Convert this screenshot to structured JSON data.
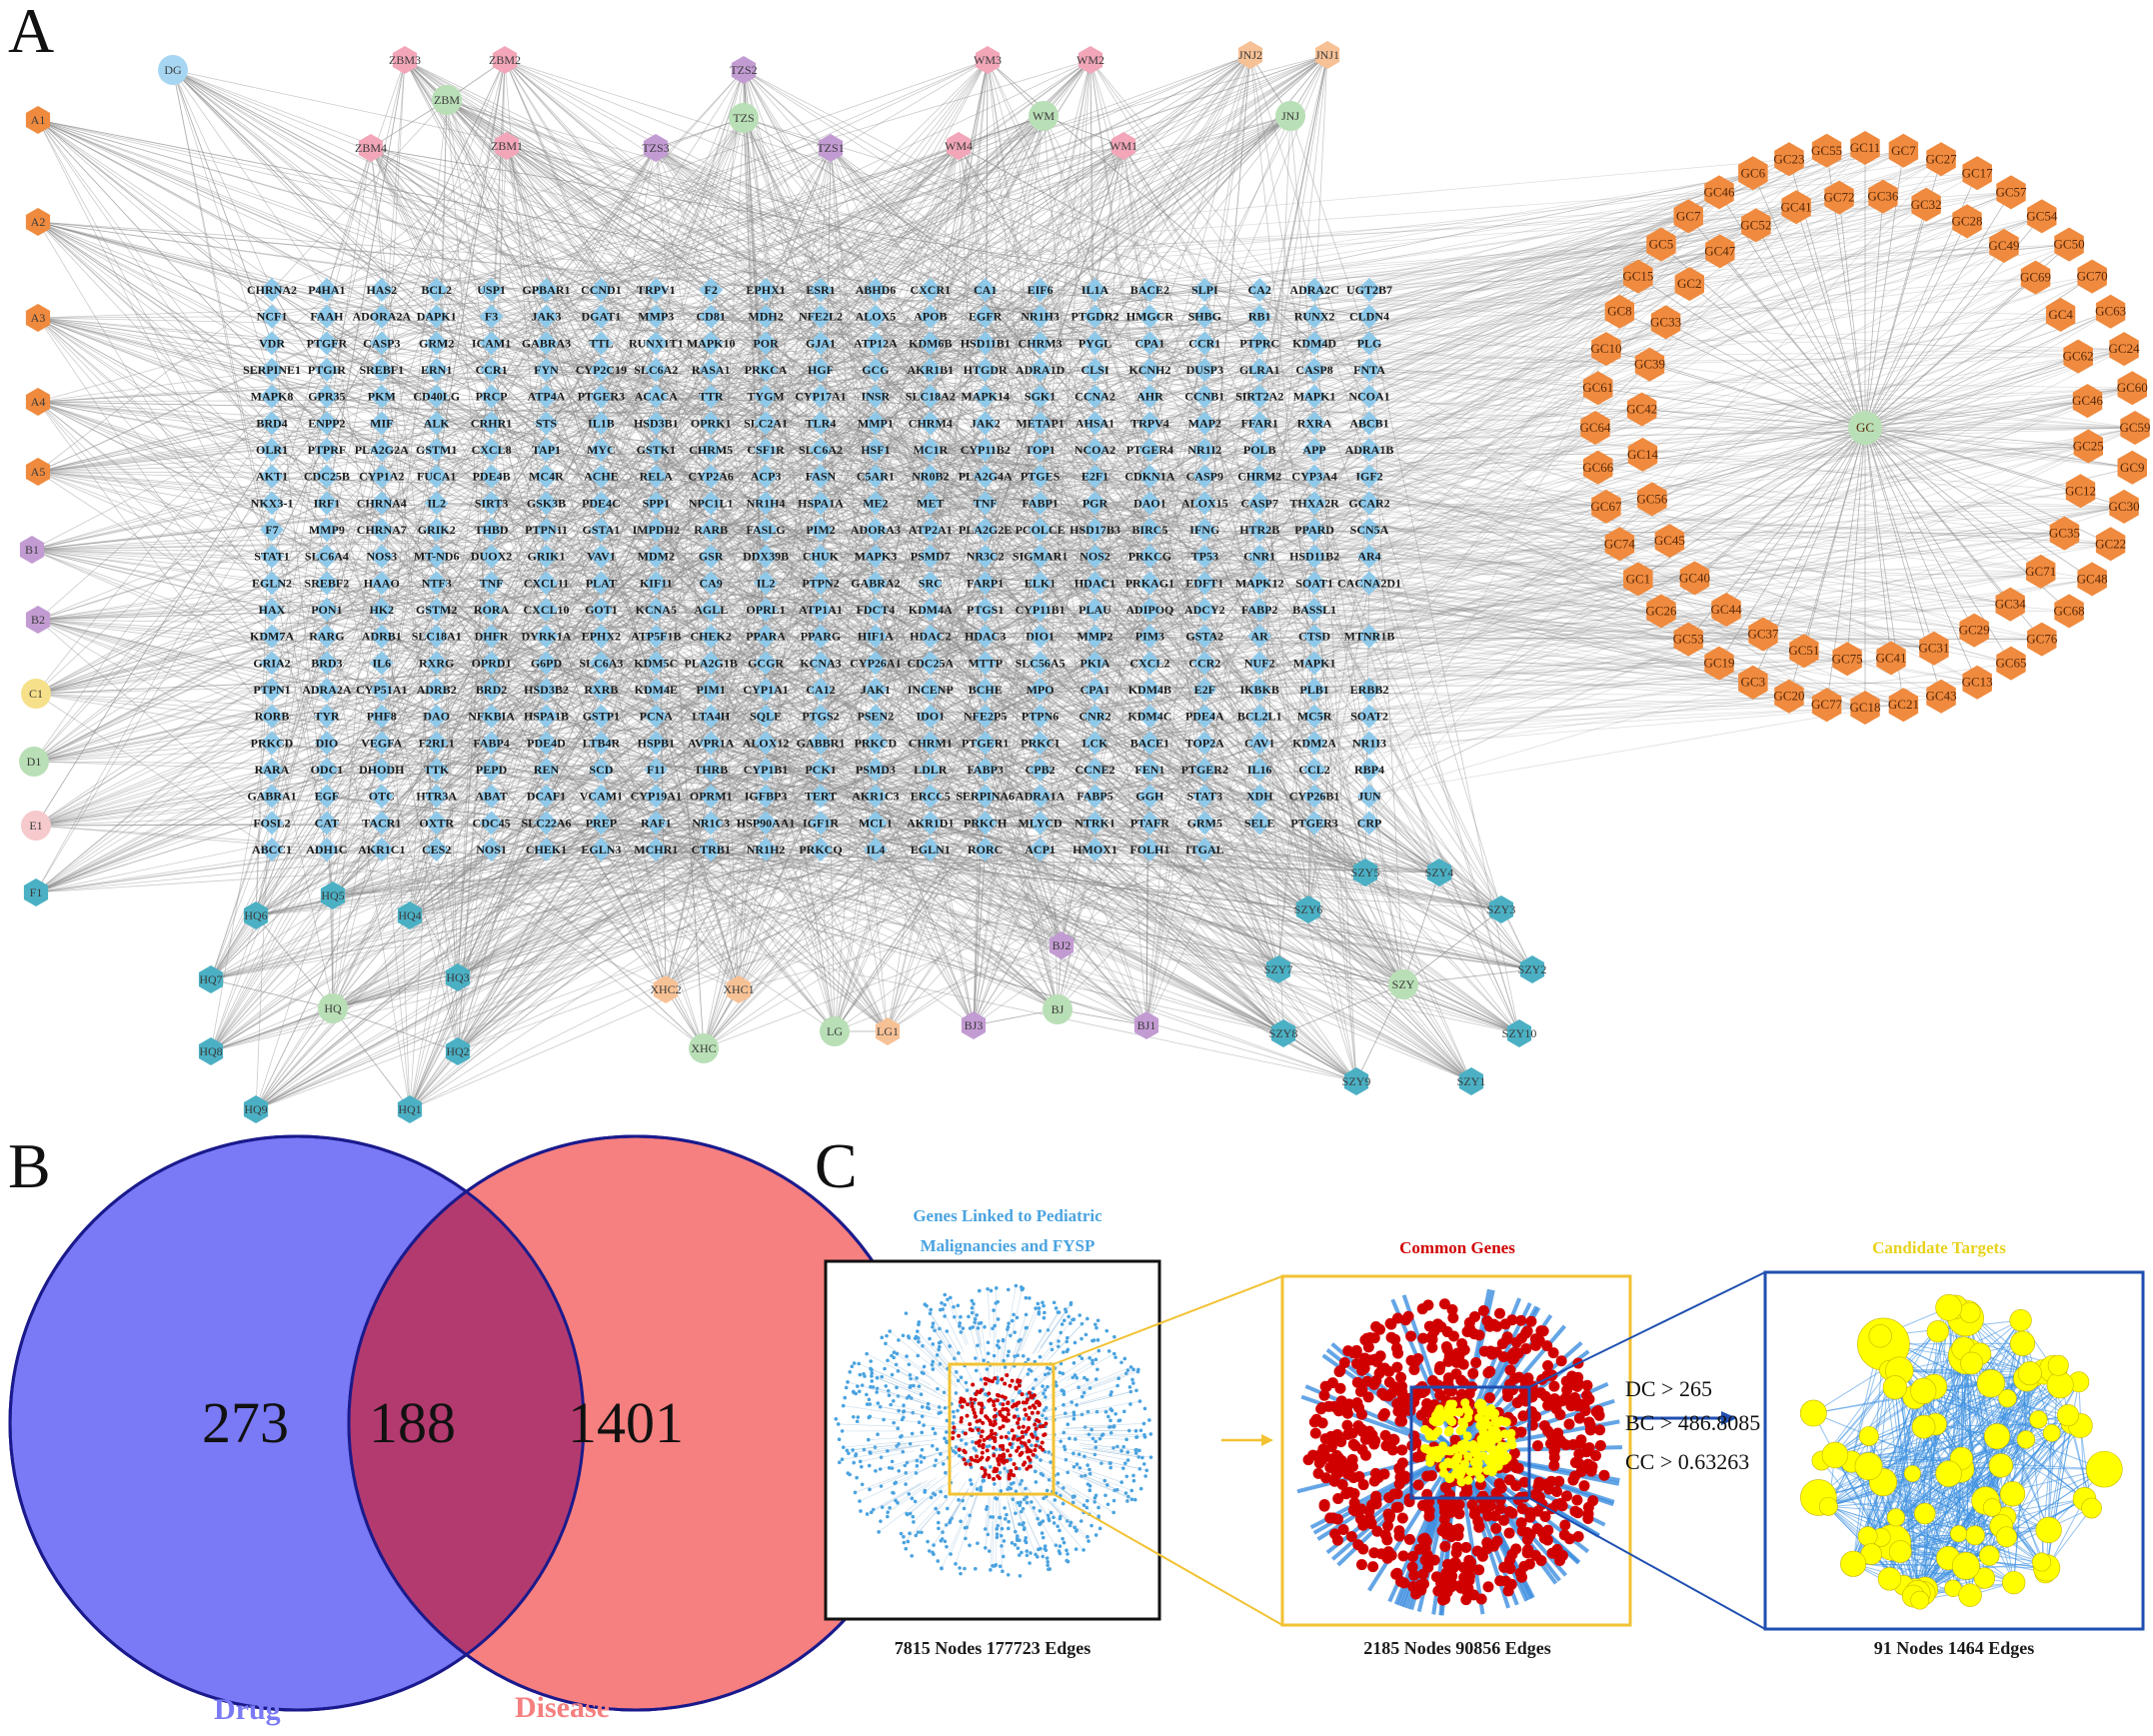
{
  "panels": {
    "a_letter": "A",
    "b_letter": "B",
    "c_letter": "C"
  },
  "colors": {
    "gene": "#8ec9ea",
    "gc": "#ef8a3e",
    "hub_green": "#b9dfb6",
    "pink": "#f2a6b8",
    "purple": "#c39bd3",
    "orange_light": "#f7c196",
    "yellow": "#f7e08a",
    "light_blue": "#a6d6f2",
    "teal": "#4bb0c4",
    "edge": "#8a8a8a",
    "drug": "#7070f5",
    "disease": "#f57878",
    "overlap": "#b03a70",
    "venn_border": "#1a1a8c",
    "common_red": "#d00000",
    "candidate_yellow": "#ffff00",
    "frame_yellow": "#f2c233",
    "frame_blue": "#1f4fb0"
  },
  "panel_a": {
    "gene_rows": [
      [
        "CHRNA2",
        "P4HA1",
        "HAS2",
        "BCL2",
        "USP1",
        "GPBAR1",
        "CCND1",
        "TRPV1",
        "F2",
        "EPHX1",
        "ESR1",
        "ABHD6",
        "CXCR1",
        "CA1",
        "EIF6",
        "IL1A",
        "BACE2",
        "SLPI",
        "CA2",
        "ADRA2C",
        "UGT2B7"
      ],
      [
        "NCF1",
        "FAAH",
        "ADORA2A",
        "DAPK1",
        "F3",
        "JAK3",
        "DGAT1",
        "MMP3",
        "CD81",
        "MDH2",
        "NFE2L2",
        "ALOX5",
        "APOB",
        "EGFR",
        "NR1H3",
        "PTGDR2",
        "HMGCR",
        "SHBG",
        "RB1",
        "RUNX2",
        "CLDN4"
      ],
      [
        "VDR",
        "PTGFR",
        "CASP3",
        "GRM2",
        "ICAM1",
        "GABRA3",
        "TTL",
        "RUNX1T1",
        "MAPK10",
        "POR",
        "GJA1",
        "ATP12A",
        "KDM6B",
        "HSD11B1",
        "CHRM3",
        "PYGL",
        "CPA1",
        "CCR1",
        "PTPRC",
        "KDM4D",
        "PLG"
      ],
      [
        "SERPINE1",
        "PTGIR",
        "SREBF1",
        "ERN1",
        "CCR1",
        "FYN",
        "CYP2C19",
        "SLC6A2",
        "RASA1",
        "PRKCA",
        "HGF",
        "GCG",
        "AKR1B1",
        "HTGDR",
        "ADRA1D",
        "CLSI",
        "KCNH2",
        "DUSP3",
        "GLRA1",
        "CASP8",
        "FNTA"
      ],
      [
        "MAPK8",
        "GPR35",
        "PKM",
        "CD40LG",
        "PRCP",
        "ATP4A",
        "PTGER3",
        "ACACA",
        "TTR",
        "TYGM",
        "CYP17A1",
        "INSR",
        "SLC18A2",
        "MAPK14",
        "SGK1",
        "CCNA2",
        "AHR",
        "CCNB1",
        "SIRT2A2",
        "MAPK1",
        "NCOA1"
      ],
      [
        "BRD4",
        "ENPP2",
        "MIF",
        "ALK",
        "CRHR1",
        "STS",
        "IL1B",
        "HSD3B1",
        "OPRK1",
        "SLC2A1",
        "TLR4",
        "MMP1",
        "CHRM4",
        "JAK2",
        "METAP1",
        "AHSA1",
        "TRPV4",
        "MAP2",
        "FFAR1",
        "RXRA",
        "ABCB1"
      ],
      [
        "OLR1",
        "PTPRF",
        "PLA2G2A",
        "GSTM1",
        "CXCL8",
        "TAP1",
        "MYC",
        "GSTK1",
        "CHRM5",
        "CSF1R",
        "SLC6A2",
        "HSF1",
        "MC1R",
        "CYP11B2",
        "TOP1",
        "NCOA2",
        "PTGER4",
        "NR1I2",
        "POLB",
        "APP",
        "ADRA1B"
      ],
      [
        "AKT1",
        "CDC25B",
        "CYP1A2",
        "FUCA1",
        "PDE4B",
        "MC4R",
        "ACHE",
        "RELA",
        "CYP2A6",
        "ACP3",
        "FASN",
        "C5AR1",
        "NR0B2",
        "PLA2G4A",
        "PTGES",
        "E2F1",
        "CDKN1A",
        "CASP9",
        "CHRM2",
        "CYP3A4",
        "IGF2"
      ],
      [
        "NKX3-1",
        "IRF1",
        "CHRNA4",
        "IL2",
        "SIRT3",
        "GSK3B",
        "PDE4C",
        "SPP1",
        "NPC1L1",
        "NR1H4",
        "HSPA1A",
        "ME2",
        "MET",
        "TNF",
        "FABP1",
        "PGR",
        "DAO1",
        "ALOX15",
        "CASP7",
        "THXA2R",
        "GCAR2"
      ],
      [
        "F7",
        "MMP9",
        "CHRNA7",
        "GRIK2",
        "THBD",
        "PTPN11",
        "GSTA1",
        "IMPDH2",
        "RARB",
        "FASLG",
        "PIM2",
        "ADORA3",
        "ATP2A1",
        "PLA2G2E",
        "PCOLCE",
        "HSD17B3",
        "BIRC5",
        "IFNG",
        "HTR2B",
        "PPARD",
        "SCN5A"
      ],
      [
        "STAT1",
        "SLC6A4",
        "NOS3",
        "MT-ND6",
        "DUOX2",
        "GRIK1",
        "VAV1",
        "MDM2",
        "GSR",
        "DDX39B",
        "CHUK",
        "MAPK3",
        "PSMD7",
        "NR3C2",
        "SIGMAR1",
        "NOS2",
        "PRKCG",
        "TP53",
        "CNR1",
        "HSD11B2",
        "AR4"
      ],
      [
        "EGLN2",
        "SREBF2",
        "HAAO",
        "NTF3",
        "TNF",
        "CXCL11",
        "PLAT",
        "KIF11",
        "CA9",
        "IL2",
        "PTPN2",
        "GABRA2",
        "SRC",
        "FARP1",
        "ELK1",
        "HDAC1",
        "PRKAG1",
        "EDFT1",
        "MAPK12",
        "SOAT1",
        "CACNA2D1"
      ],
      [
        "HAX",
        "PON1",
        "HK2",
        "GSTM2",
        "RORA",
        "CXCL10",
        "GOT1",
        "KCNA5",
        "AGLL",
        "OPRL1",
        "ATP1A1",
        "FDCT4",
        "KDM4A",
        "PTGS1",
        "CYP11B1",
        "PLAU",
        "ADIPOQ",
        "ADCY2",
        "FABP2",
        "BASSL1"
      ],
      [
        "KDM7A",
        "RARG",
        "ADRB1",
        "SLC18A1",
        "DHFR",
        "DYRK1A",
        "EPHX2",
        "ATP5F1B",
        "CHEK2",
        "PPARA",
        "PPARG",
        "HIF1A",
        "HDAC2",
        "HDAC3",
        "DIO1",
        "MMP2",
        "PIM3",
        "GSTA2",
        "AR",
        "CTSD",
        "MTNR1B"
      ],
      [
        "GRIA2",
        "BRD3",
        "IL6",
        "RXRG",
        "OPRD1",
        "G6PD",
        "SLC6A3",
        "KDM5C",
        "PLA2G1B",
        "GCGR",
        "KCNA3",
        "CYP26A1",
        "CDC25A",
        "MTTP",
        "SLC56A5",
        "PKIA",
        "CXCL2",
        "CCR2",
        "NUF2",
        "MAPK1"
      ],
      [
        "PTPN1",
        "ADRA2A",
        "CYP51A1",
        "ADRB2",
        "BRD2",
        "HSD3B2",
        "RXRB",
        "KDM4E",
        "PIM1",
        "CYP1A1",
        "CA12",
        "JAK1",
        "INCENP",
        "BCHE",
        "MPO",
        "CPA1",
        "KDM4B",
        "E2F",
        "IKBKB",
        "PLB1",
        "ERBB2"
      ],
      [
        "RORB",
        "TYR",
        "PHF8",
        "DAO",
        "NFKBIA",
        "HSPA1B",
        "GSTP1",
        "PCNA",
        "LTA4H",
        "SQLE",
        "PTGS2",
        "PSEN2",
        "IDO1",
        "NFE2P5",
        "PTPN6",
        "CNR2",
        "KDM4C",
        "PDE4A",
        "BCL2L1",
        "MC5R",
        "SOAT2"
      ],
      [
        "PRKCD",
        "DIO",
        "VEGFA",
        "F2RL1",
        "FABP4",
        "PDE4D",
        "LTB4R",
        "HSPB1",
        "AVPR1A",
        "ALOX12",
        "GABBR1",
        "PRKCD",
        "CHRM1",
        "PTGER1",
        "PRKCI",
        "LCK",
        "BACE1",
        "TOP2A",
        "CAV1",
        "KDM2A",
        "NR1I3"
      ],
      [
        "RARA",
        "ODC1",
        "DHODH",
        "TTK",
        "PEPD",
        "REN",
        "SCD",
        "F11",
        "THRB",
        "CYP1B1",
        "PCK1",
        "PSMD3",
        "LDLR",
        "FABP3",
        "CPB2",
        "CCNE2",
        "FEN1",
        "PTGER2",
        "IL16",
        "CCL2",
        "RBP4"
      ],
      [
        "GABRA1",
        "EGF",
        "OTC",
        "HTR3A",
        "ABAT",
        "DCAF1",
        "VCAM1",
        "CYP19A1",
        "OPRM1",
        "IGFBP3",
        "TERT",
        "AKR1C3",
        "ERCC5",
        "SERPINA6",
        "ADRA1A",
        "FABP5",
        "GGH",
        "STAT3",
        "XDH",
        "CYP26B1",
        "JUN"
      ],
      [
        "FOSL2",
        "CAT",
        "TACR1",
        "OXTR",
        "CDC45",
        "SLC22A6",
        "PREP",
        "RAF1",
        "NR1C3",
        "HSP90AA1",
        "IGF1R",
        "MCL1",
        "AKR1D1",
        "PRKCH",
        "MLYCD",
        "NTRK1",
        "PTAFR",
        "GRM5",
        "SELE",
        "PTGER3",
        "CRP"
      ],
      [
        "ABCC1",
        "ADH1C",
        "AKR1C1",
        "CES2",
        "NOS1",
        "CHEK1",
        "EGLN3",
        "MCHR1",
        "CTRB1",
        "NR1H2",
        "PRKCQ",
        "IL4",
        "EGLN1",
        "RORC",
        "ACP1",
        "HMOX1",
        "FOLH1",
        "ITGAL",
        ""
      ]
    ],
    "side_labels": [
      "A1",
      "A2",
      "A3",
      "A4",
      "A5",
      "B1",
      "B2",
      "C1",
      "D1",
      "E1",
      "F1",
      "DG"
    ],
    "top_labels": [
      "ZBM3",
      "ZBM2",
      "ZBM",
      "ZBM4",
      "ZBM1",
      "TZS2",
      "TZS",
      "TZS3",
      "TZS1",
      "WM3",
      "WM2",
      "WM",
      "WM4",
      "WM1",
      "JNJ2",
      "JNJ1",
      "JNJ"
    ],
    "bottom_labels": [
      "HQ6",
      "HQ5",
      "HQ4",
      "HQ7",
      "HQ",
      "HQ3",
      "HQ8",
      "HQ2",
      "HQ9",
      "HQ1",
      "XHC2",
      "XHC1",
      "XHC",
      "LG",
      "LG1",
      "BJ3",
      "BJ",
      "BJ2",
      "BJ1",
      "SZY5",
      "SZY4",
      "SZY6",
      "SZY3",
      "SZY7",
      "SZY",
      "SZY2",
      "SZY8",
      "SZY10",
      "SZY9",
      "SZY1"
    ],
    "hub_gc": "GC",
    "gc_outer": [
      "GC11",
      "GC7",
      "GC27",
      "GC17",
      "GC57",
      "GC54",
      "GC50",
      "GC70",
      "GC63",
      "GC24",
      "GC60",
      "GC59",
      "GC9",
      "GC30",
      "GC22",
      "GC48",
      "GC68",
      "GC76",
      "GC65",
      "GC13",
      "GC43",
      "GC21",
      "GC18",
      "GC77",
      "GC20",
      "GC3",
      "GC19",
      "GC53",
      "GC26",
      "GC1",
      "GC74",
      "GC67",
      "GC66",
      "GC64",
      "GC61",
      "GC10",
      "GC8",
      "GC15",
      "GC5",
      "GC7",
      "GC46",
      "GC6",
      "GC23",
      "GC55"
    ],
    "gc_inner": [
      "GC36",
      "GC32",
      "GC28",
      "GC49",
      "GC69",
      "GC4",
      "GC62",
      "GC46",
      "GC25",
      "GC12",
      "GC35",
      "GC71",
      "GC34",
      "GC29",
      "GC31",
      "GC41",
      "GC75",
      "GC51",
      "GC37",
      "GC44",
      "GC40",
      "GC45",
      "GC56",
      "GC14",
      "GC42",
      "GC39",
      "GC33",
      "GC2",
      "GC47",
      "GC52",
      "GC41",
      "GC72"
    ]
  },
  "panel_b": {
    "left_value": "273",
    "center_value": "188",
    "right_value": "1401",
    "left_label": "Drug",
    "right_label": "Disease"
  },
  "panel_c": {
    "net1_title_line1": "Genes Linked to Pediatric",
    "net1_title_line2": "Malignancies and FYSP",
    "net1_caption": "7815 Nodes 177723 Edges",
    "net2_title": "Common Genes",
    "net2_caption": "2185 Nodes 90856 Edges",
    "net3_title": "Candidate Targets",
    "net3_caption": "91 Nodes 1464 Edges",
    "criteria": [
      "DC > 265",
      "BC > 486.8085",
      "CC > 0.63263"
    ]
  }
}
